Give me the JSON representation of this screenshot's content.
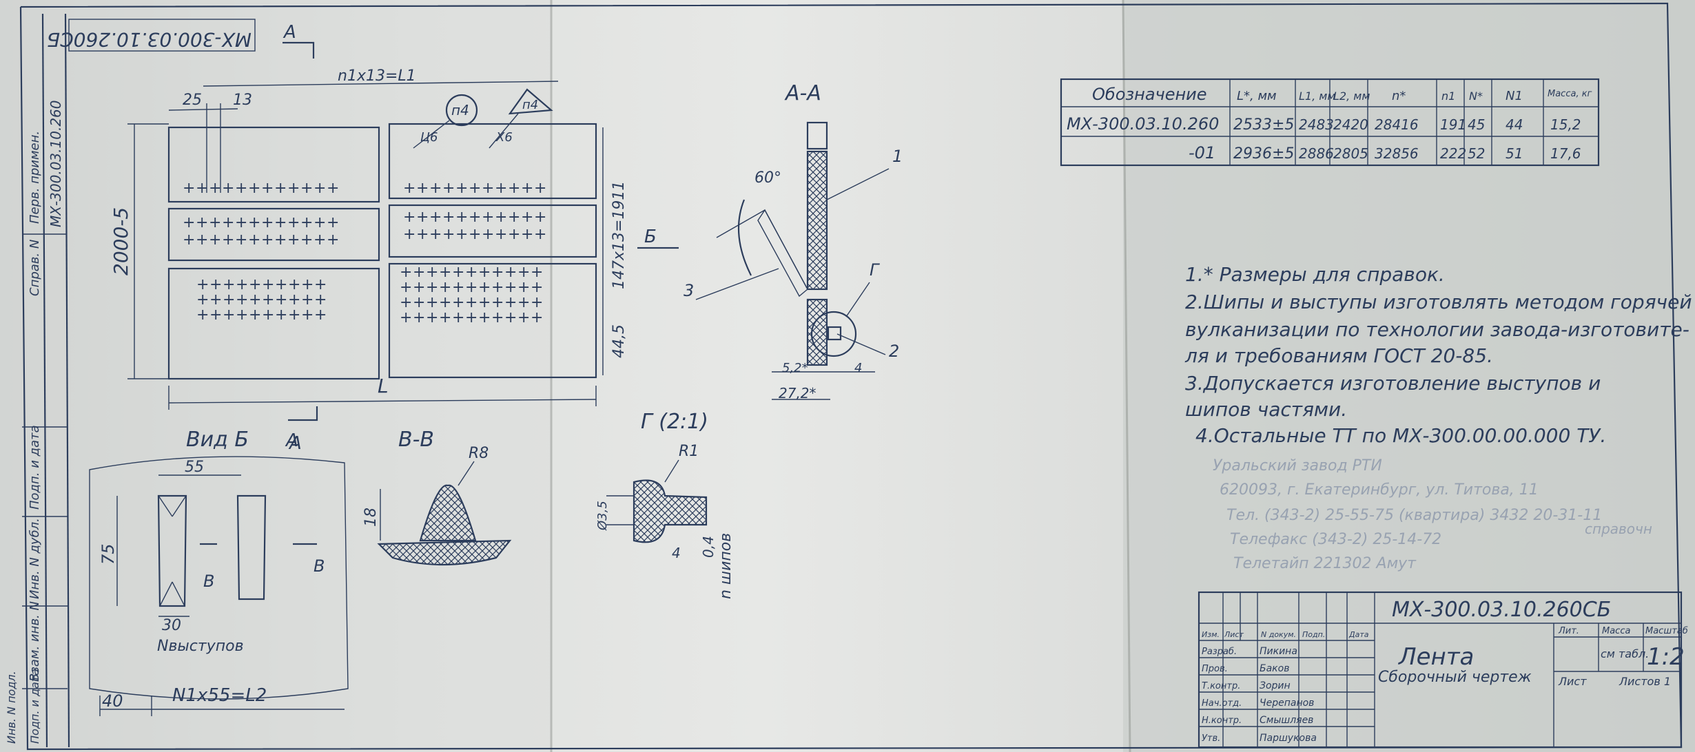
{
  "sheet": {
    "side_stamp_labels": [
      "Перв. примен.",
      "Справ. N",
      "Подп. и дата",
      "Инв. N дубл.",
      "Взам. инв. N",
      "Подп. и дата",
      "Инв. N подл."
    ],
    "side_primary_code": "МХ-300.03.10.260",
    "top_corner_code": "МХ-300.03.10.260СБ"
  },
  "main_view": {
    "top_dim": "n1x13=L1",
    "dim_25": "25",
    "dim_13": "13",
    "height_dim": "2000-5",
    "right_dim": "147x13=1911",
    "right_small_dim": "44,5",
    "bottom_dim": "L",
    "section_mark_top": "А",
    "section_mark_bottom": "А",
    "tag_1": "п4",
    "tag_2": "п4",
    "tag_mark_1": "Ц6",
    "tag_mark_2": "Х6"
  },
  "section_aa": {
    "title": "А-А",
    "angle": "60°",
    "view_b_arrow": "Б",
    "callout_1": "1",
    "callout_2": "2",
    "callout_3": "3",
    "callout_g": "Г",
    "dim_52": "5,2*",
    "dim_4": "4",
    "dim_272": "27,2*"
  },
  "view_b": {
    "title": "Вид Б",
    "dim_55": "55",
    "dim_75": "75",
    "dim_30": "30",
    "label_n": "Nвыступов",
    "bottom_dim": "N1x55=L2",
    "dim_40": "40",
    "mark_b1": "В",
    "mark_b2": "В",
    "mark_a": "А"
  },
  "section_vv": {
    "title": "В-В",
    "radius": "R8",
    "height": "18"
  },
  "detail_g": {
    "title": "Г (2:1)",
    "radius": "R1",
    "dia": "Ø3,5",
    "dim_4": "4",
    "dim_04": "0,4",
    "label": "n шипов"
  },
  "table": {
    "headers": [
      "Обозначение",
      "L*, мм",
      "L1, мм",
      "L2, мм",
      "n*",
      "n1",
      "N*",
      "N1",
      "Масса, кг"
    ],
    "rows": [
      [
        "МХ-300.03.10.260",
        "2533±5",
        "2483",
        "2420",
        "28416",
        "191",
        "45",
        "44",
        "15,2"
      ],
      [
        "-01",
        "2936±5",
        "2886",
        "2805",
        "32856",
        "222",
        "52",
        "51",
        "17,6"
      ]
    ]
  },
  "notes": [
    "1.* Размеры для справок.",
    "2.Шипы и выступы изготовлять методом горячей",
    "вулканизации по технологии завода-изготовите-",
    "ля и требованиям ГОСТ 20-85.",
    "3.Допускается изготовление выступов и",
    "шипов частями.",
    "4.Остальные ТТ по МХ-300.00.00.000 ТУ."
  ],
  "stamp_text": [
    "Уральский завод РТИ",
    "620093, г. Екатеринбург, ул. Титова, 11",
    "Тел. (343-2) 25-55-75 (квартира) 3432 20-31-11",
    "Телефакс (343-2) 25-14-72",
    "Телетайп 221302 Амут"
  ],
  "stamp_sub": "справочн",
  "title_block": {
    "code": "МХ-300.03.10.260СБ",
    "name": "Лента",
    "doc_type": "Сборочный чертеж",
    "col_headers": [
      "Лит.",
      "Масса",
      "Масштаб"
    ],
    "mass": "см табл.",
    "scale": "1:2",
    "sheet": "Лист",
    "sheets": "Листов 1",
    "row_labels": [
      "Изм.",
      "Лист",
      "N докум.",
      "Подп.",
      "Дата"
    ],
    "roles": [
      "Разраб.",
      "Пров.",
      "Т.контр.",
      "Нач.отд.",
      "Н.контр.",
      "Утв."
    ],
    "names": [
      "Пикина",
      "Баков",
      "Зорин",
      "Черепанов",
      "Смышляев",
      "Паршукова"
    ]
  }
}
